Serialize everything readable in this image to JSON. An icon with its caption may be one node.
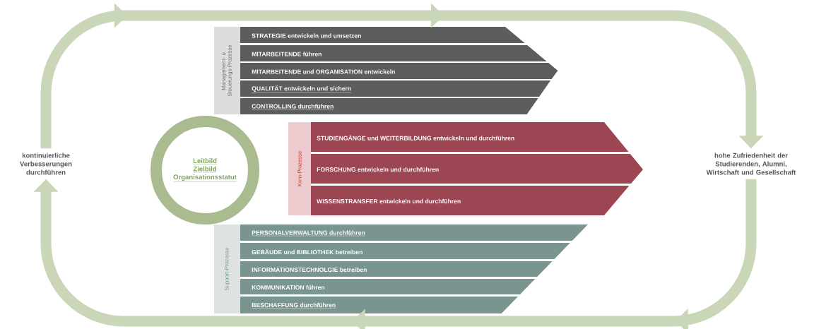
{
  "diagram": {
    "nodes": [
      {
        "text": [
          "kontinuierliche Verbesserungen durchführen"
        ]
      },
      {
        "text": [
          "Management- u. Steuerungs-Prozesse"
        ]
      },
      {
        "text": [
          "STRATEGIE entwickeln und umsetzen"
        ]
      },
      {
        "text": [
          "MITARBEITENDE führen"
        ]
      },
      {
        "text": [
          "MITARBEITENDE und ORGANISATION entwickeln"
        ]
      },
      {
        "text": [
          "QUALITÄT entwickeln und sichern"
        ]
      },
      {
        "text": [
          "CONTROLLING durchführen"
        ]
      },
      {
        "text": [
          "Leitbild",
          "Zielbild",
          "Organisationsstatut"
        ]
      },
      {
        "text": [
          "Kern-Prozesse"
        ]
      },
      {
        "text": [
          "STUDIENGÄNGE und WEITERBILDUNG entwickeln und durchführen"
        ]
      },
      {
        "text": [
          "FORSCHUNG entwickeln und durchführen"
        ]
      },
      {
        "text": [
          "WISSENSTRANSFER entwickeln und durchführen"
        ]
      },
      {
        "text": [
          "Support-Prozesse"
        ]
      },
      {
        "text": [
          "PERSONALVERWALTUNG durchführen"
        ]
      },
      {
        "text": [
          "GEBÄUDE und BIBLIOTHEK betreiben"
        ]
      },
      {
        "text": [
          "INFORMATIONSTECHNOLGIE betreiben"
        ]
      },
      {
        "text": [
          "KOMMUNIKATION führen"
        ]
      },
      {
        "text": [
          "BESCHAFFUNG durchführen"
        ]
      },
      {
        "text": [
          "hohe Zufriedenheit der Studierenden, Alumni, Wirtschaft und Gesellschaft"
        ]
      }
    ],
    "edges": [
      {
        "from": 0,
        "to": 18,
        "arrow": "to"
      },
      {
        "from": 18,
        "to": 0,
        "arrow": "to"
      }
    ]
  }
}
